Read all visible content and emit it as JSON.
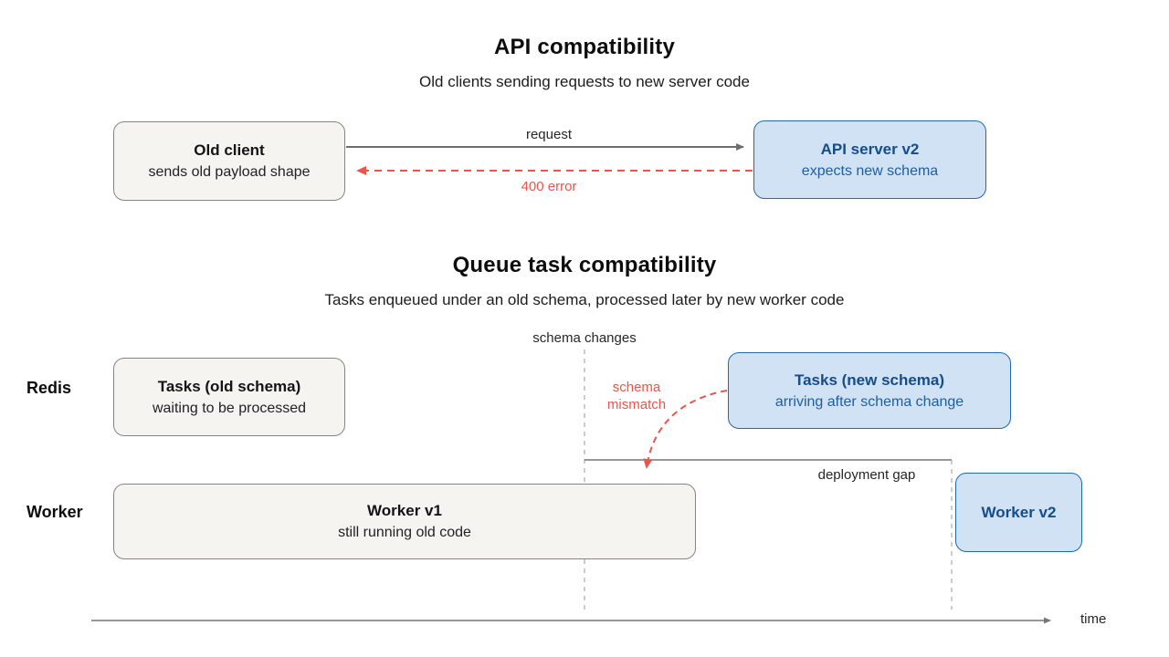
{
  "colors": {
    "background": "#ffffff",
    "gray_box_fill": "#f5f4f1",
    "gray_box_border": "#858585",
    "blue_box_fill": "#d0e2f3",
    "blue_box_border": "#2268ad",
    "blue_text": "#154c8c",
    "error_red": "#e8564e",
    "arrow_gray": "#6e6e6e",
    "guide_gray": "#999999"
  },
  "api_section": {
    "title": "API compatibility",
    "subtitle": "Old clients sending requests to new server code",
    "client_box": {
      "title": "Old client",
      "subtitle": "sends old payload shape"
    },
    "server_box": {
      "title": "API server v2",
      "subtitle": "expects new schema"
    },
    "request_label": "request",
    "error_label": "400 error"
  },
  "queue_section": {
    "title": "Queue task compatibility",
    "subtitle": "Tasks enqueued under an old schema, processed later by new worker code",
    "schema_changes_label": "schema changes",
    "mismatch_line1": "schema",
    "mismatch_line2": "mismatch",
    "deployment_gap_label": "deployment gap",
    "redis_lane_label": "Redis",
    "worker_lane_label": "Worker",
    "old_tasks_box": {
      "title": "Tasks (old schema)",
      "subtitle": "waiting to be processed"
    },
    "new_tasks_box": {
      "title": "Tasks (new schema)",
      "subtitle": "arriving after schema change"
    },
    "worker_v1_box": {
      "title": "Worker v1",
      "subtitle": "still running old code"
    },
    "worker_v2_box": {
      "title": "Worker v2"
    },
    "time_label": "time"
  }
}
